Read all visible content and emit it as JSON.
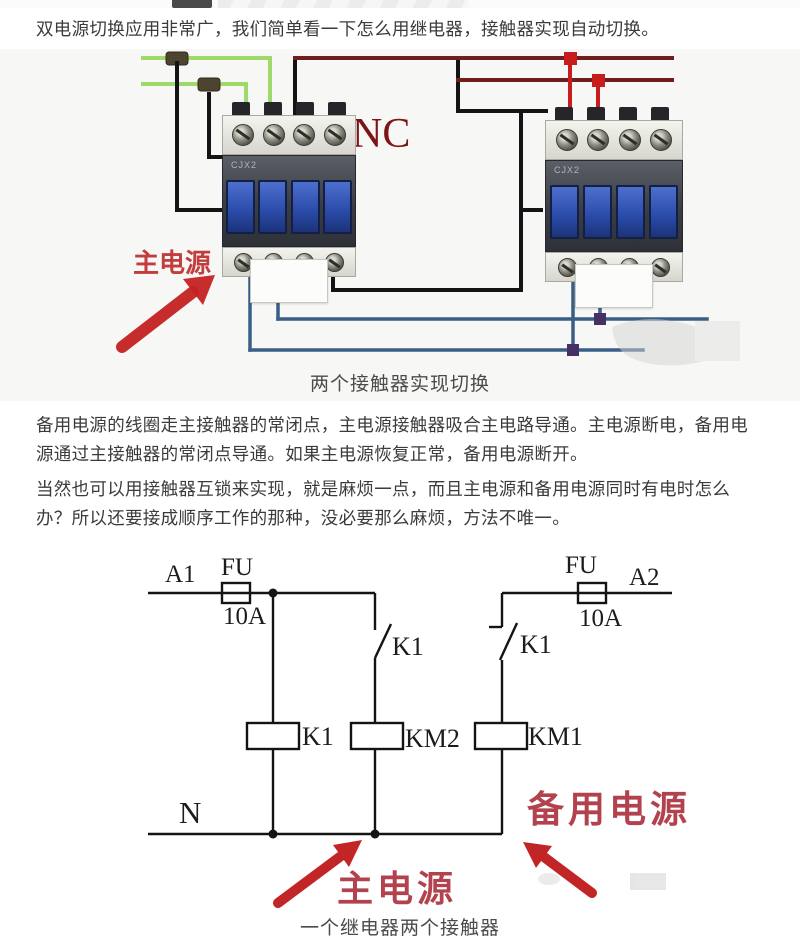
{
  "article": {
    "intro": "双电源切换应用非常广，我们简单看一下怎么用继电器，接触器实现自动切换。",
    "para1": "备用电源的线圈走主接触器的常闭点，主电源接触器吸合主电路导通。主电源断电，备用电源通过主接触器的常闭点导通。如果主电源恢复正常，备用电源断开。",
    "para2": "当然也可以用接触器互锁来实现，就是麻烦一点，而且主电源和备用电源同时有电时怎么办？所以还要接成顺序工作的那种，没必要那么麻烦，方法不唯一。"
  },
  "photo": {
    "caption": "两个接触器实现切换",
    "nc_label": "NC",
    "main_power_label": "主电源",
    "contactors": [
      {
        "model": "CJX2"
      },
      {
        "model": "CJX2"
      }
    ],
    "wire_colors": {
      "green": "#9fd96b",
      "dark_red": "#6f1d1d",
      "bright_red": "#c81d1d",
      "black": "#141414",
      "blue": "#3a5f86"
    }
  },
  "schematic": {
    "caption": "一个继电器两个接触器",
    "terminals": {
      "left": "A1",
      "right": "A2"
    },
    "fuses": [
      {
        "label": "FU",
        "rating": "10A"
      },
      {
        "label": "FU",
        "rating": "10A"
      }
    ],
    "contacts": [
      {
        "label": "K1"
      },
      {
        "label": "K1"
      }
    ],
    "coils": [
      {
        "label": "K1"
      },
      {
        "label": "KM2"
      },
      {
        "label": "KM1"
      }
    ],
    "neutral_label": "N",
    "backup_power_label": "备用电源",
    "main_power_label": "主电源",
    "line_color": "#141414",
    "accent_red": "#b2434e"
  }
}
